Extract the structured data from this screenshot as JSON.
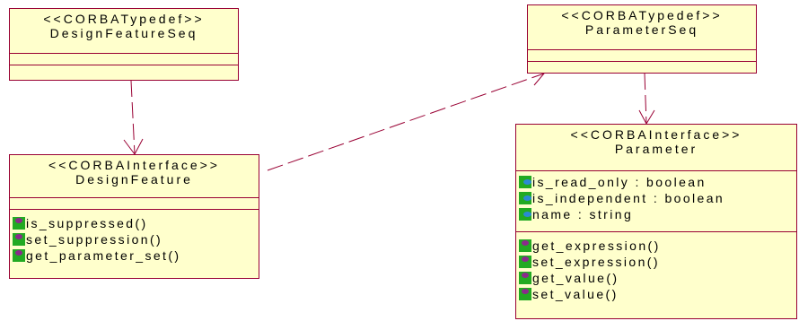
{
  "classes": {
    "design_feature_seq": {
      "stereotype": "<<CORBATypedef>>",
      "name": "DesignFeatureSeq"
    },
    "parameter_seq": {
      "stereotype": "<<CORBATypedef>>",
      "name": "ParameterSeq"
    },
    "design_feature": {
      "stereotype": "<<CORBAInterface>>",
      "name": "DesignFeature",
      "operations": [
        "is_suppressed()",
        "set_suppression()",
        "get_parameter_set()"
      ]
    },
    "parameter": {
      "stereotype": "<<CORBAInterface>>",
      "name": "Parameter",
      "attributes": [
        "is_read_only : boolean",
        "is_independent : boolean",
        "name : string"
      ],
      "operations": [
        "get_expression()",
        "set_expression()",
        "get_value()",
        "set_value()"
      ]
    }
  },
  "colors": {
    "box_fill": "#ffffcc",
    "box_border": "#990033",
    "link": "#990033",
    "icon_green": "#22aa22",
    "attr_icon": "#2a8ad4",
    "op_icon": "#8b2a8b"
  }
}
